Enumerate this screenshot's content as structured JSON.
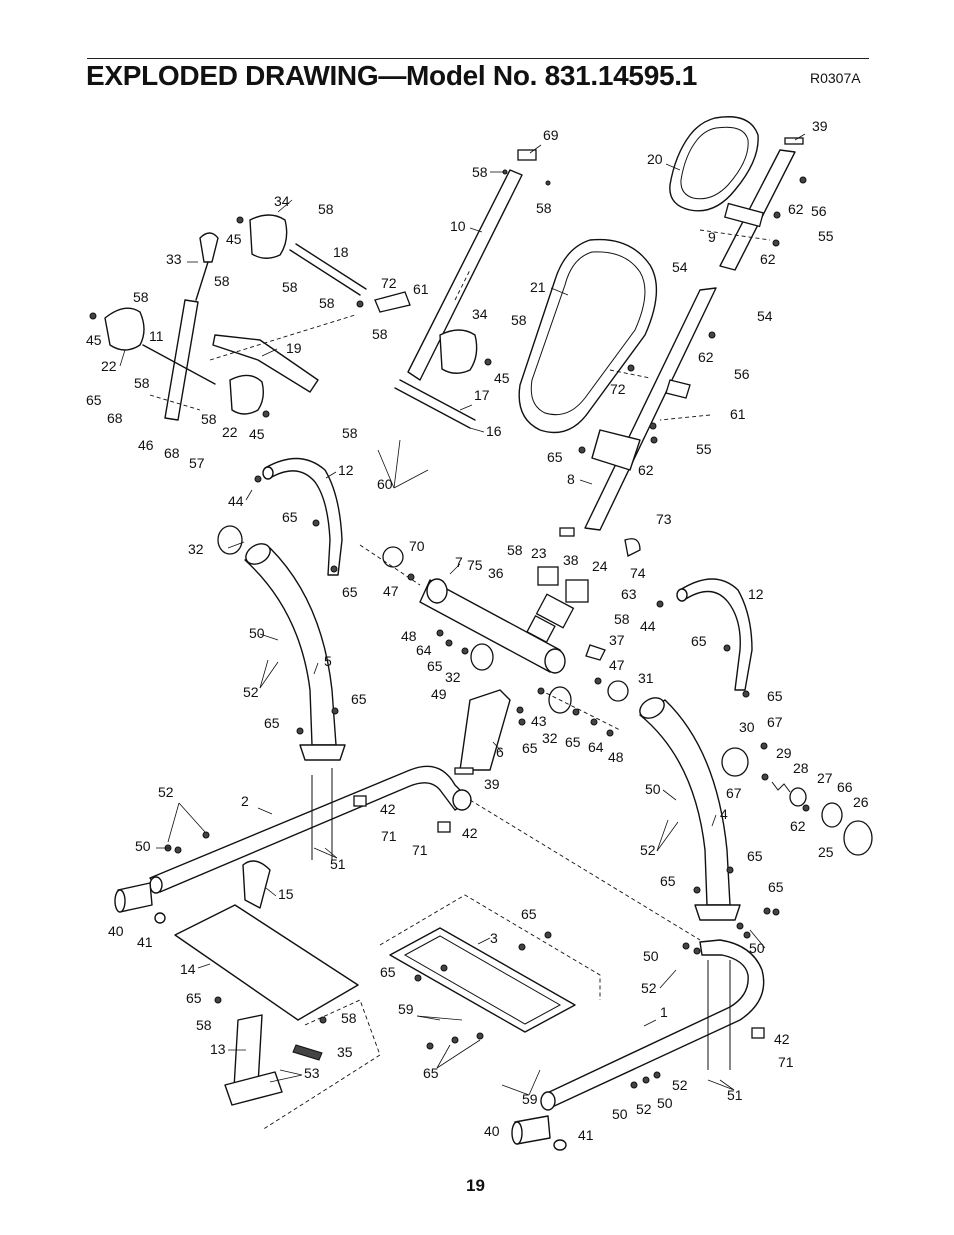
{
  "header": {
    "title": "EXPLODED DRAWING—Model No. 831.14595.1",
    "drawing_ref": "R0307A"
  },
  "footer": {
    "page_number": "19"
  },
  "labels": [
    "69",
    "58",
    "58",
    "10",
    "39",
    "20",
    "62",
    "56",
    "55",
    "9",
    "62",
    "34",
    "45",
    "58",
    "18",
    "33",
    "58",
    "58",
    "58",
    "72",
    "61",
    "58",
    "45",
    "11",
    "22",
    "58",
    "65",
    "68",
    "46",
    "68",
    "57",
    "19",
    "58",
    "22",
    "45",
    "58",
    "58",
    "34",
    "58",
    "45",
    "17",
    "16",
    "60",
    "21",
    "54",
    "54",
    "62",
    "56",
    "72",
    "61",
    "65",
    "62",
    "55",
    "8",
    "73",
    "44",
    "12",
    "65",
    "32",
    "65",
    "70",
    "7",
    "75",
    "36",
    "58",
    "23",
    "24",
    "38",
    "74",
    "47",
    "63",
    "58",
    "48",
    "64",
    "65",
    "32",
    "37",
    "47",
    "49",
    "31",
    "5",
    "50",
    "52",
    "65",
    "65",
    "65",
    "43",
    "32",
    "65",
    "64",
    "48",
    "6",
    "39",
    "44",
    "12",
    "65",
    "65",
    "30",
    "67",
    "29",
    "28",
    "27",
    "66",
    "26",
    "62",
    "25",
    "67",
    "52",
    "2",
    "50",
    "42",
    "71",
    "42",
    "71",
    "51",
    "40",
    "41",
    "15",
    "14",
    "65",
    "58",
    "58",
    "13",
    "35",
    "53",
    "3",
    "65",
    "65",
    "59",
    "65",
    "59",
    "50",
    "4",
    "52",
    "65",
    "65",
    "65",
    "50",
    "50",
    "52",
    "1",
    "42",
    "71",
    "51",
    "52",
    "50",
    "52",
    "50",
    "40",
    "41"
  ]
}
